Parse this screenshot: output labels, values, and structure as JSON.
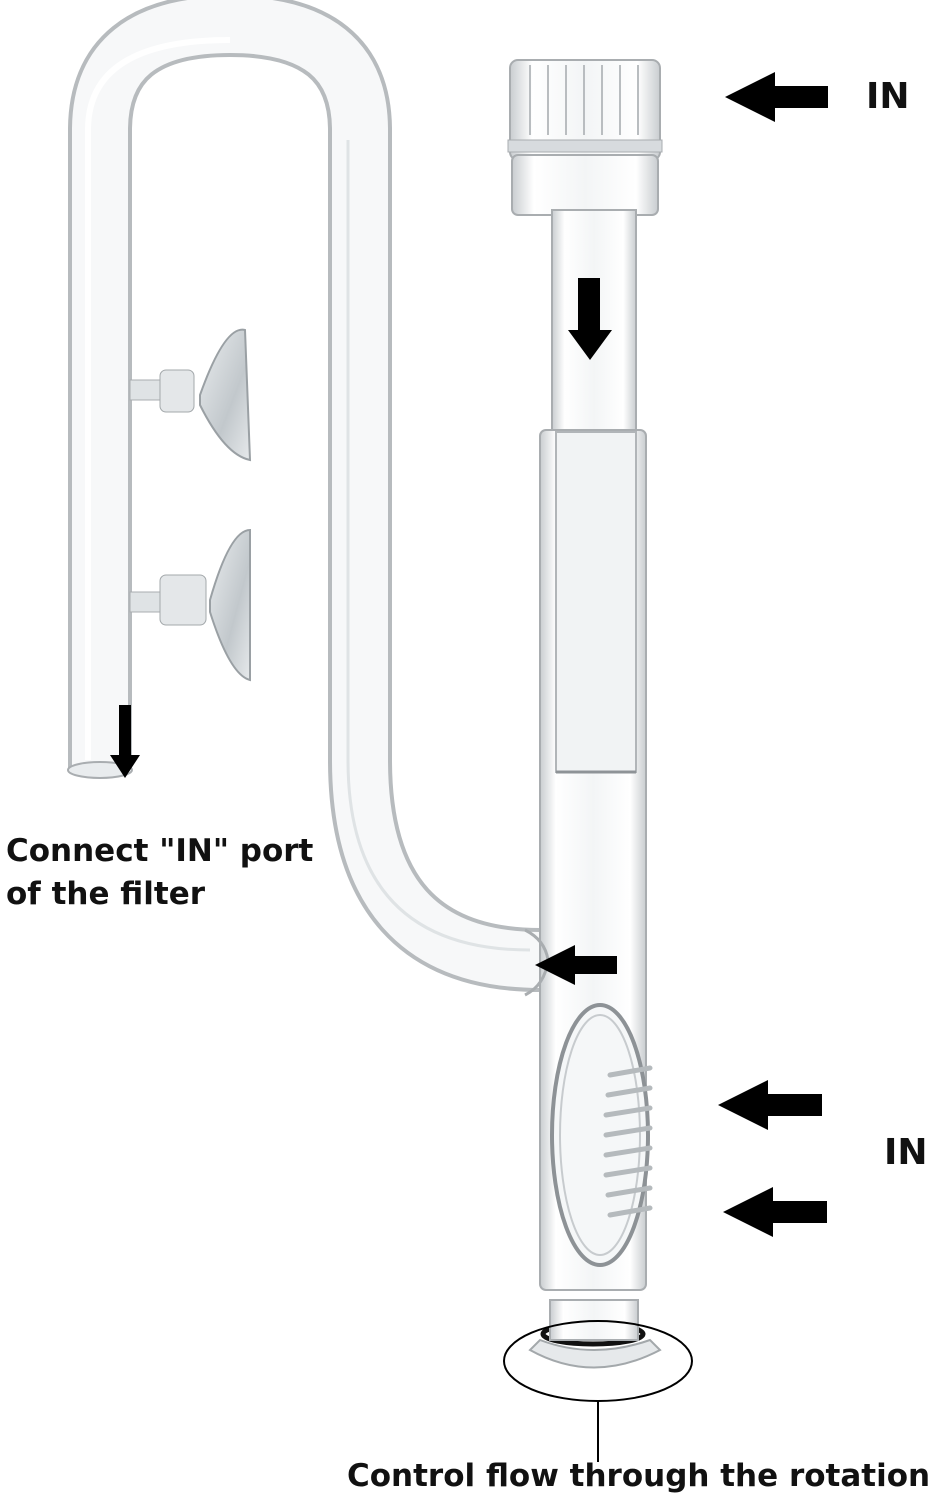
{
  "labels": {
    "in_top": "IN",
    "in_right": "IN",
    "connect_line1": "Connect \"IN\" port",
    "connect_line2": "of the filter",
    "control_flow": "Control flow through the rotation"
  },
  "colors": {
    "glass_outline": "#9fa3a6",
    "glass_fill": "#f4f6f7",
    "arrow": "#000000",
    "text": "#111111",
    "suction_cup": "#c8cdd0"
  }
}
